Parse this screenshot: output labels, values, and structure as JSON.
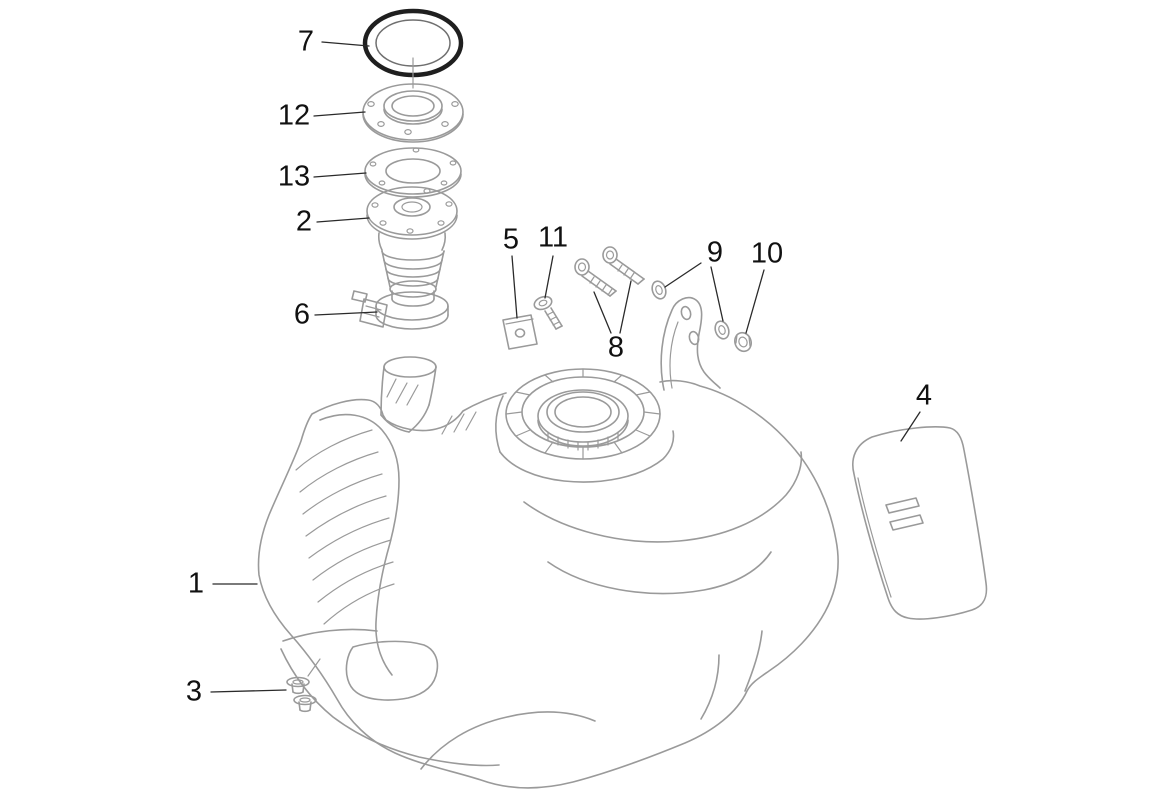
{
  "colors": {
    "bg": "#ffffff",
    "line": "#9a9a9a",
    "leader": "#2a2a2a",
    "ink": "#111111",
    "ring": "#1f1f1f"
  },
  "callouts": {
    "part1": "1",
    "part2": "2",
    "part3": "3",
    "part4": "4",
    "part5": "5",
    "part6": "6",
    "part7": "7",
    "part8": "8",
    "part9": "9",
    "part10": "10",
    "part11": "11",
    "part12": "12",
    "part13": "13"
  }
}
